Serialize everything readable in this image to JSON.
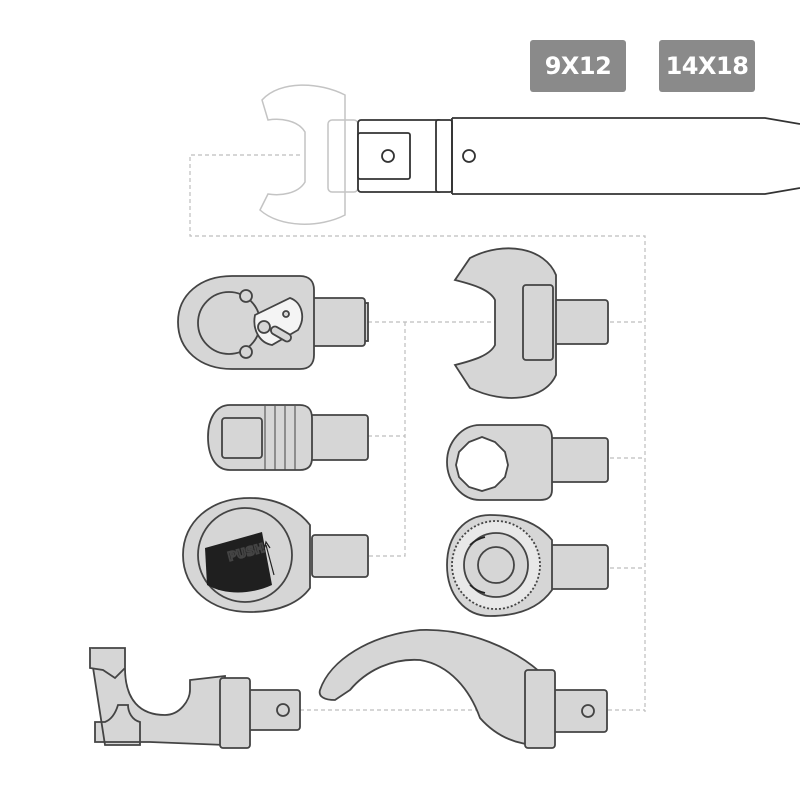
{
  "size_badges": [
    {
      "label": "9X12"
    },
    {
      "label": "14X18"
    }
  ],
  "ratchet_head": {
    "push_label": "PUSH"
  },
  "colors": {
    "badge_bg": "#8a8a8a",
    "badge_text": "#ffffff",
    "insert_fill": "#d6d6d6",
    "insert_stroke": "#444444",
    "dashed_line": "#bdbdbd",
    "ghost_outline": "#c4c4c4"
  },
  "icons": [
    "torque-wrench-handle",
    "open-end-insert",
    "ratchet-insert",
    "square-drive-insert",
    "ring-insert",
    "hook-spanner-insert",
    "pin-spanner-insert"
  ]
}
